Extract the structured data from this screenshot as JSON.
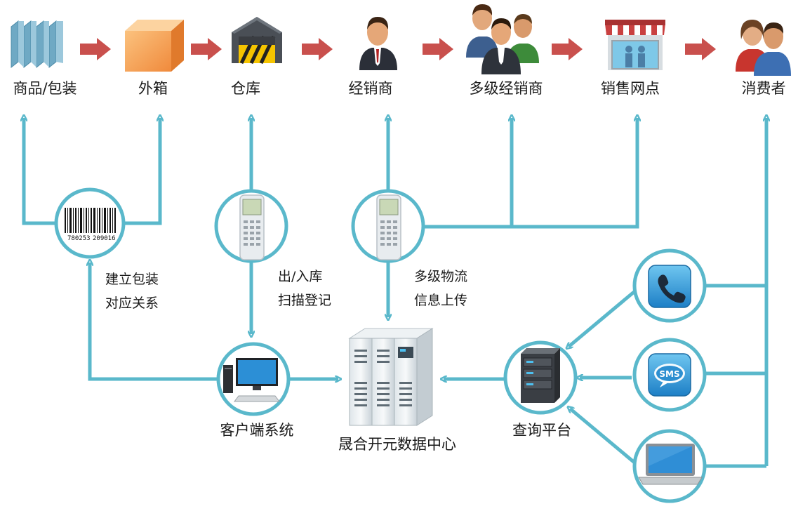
{
  "colors": {
    "line": "#5ab8cb",
    "arrow": "#c9504d"
  },
  "chain": {
    "product_packaging": "商品/包装",
    "outer_box": "外箱",
    "warehouse": "仓库",
    "dealer": "经销商",
    "multi_level_dealer": "多级经销商",
    "sales_outlet": "销售网点",
    "consumer": "消费者"
  },
  "nodes": {
    "barcode_digits_left": "780253",
    "barcode_digits_right": "209016",
    "client_system": "客户端系统",
    "data_center": "晟合开元数据中心",
    "query_platform": "查询平台",
    "sms_badge": "SMS"
  },
  "annotations": {
    "packaging_relation_line1": "建立包装",
    "packaging_relation_line2": "对应关系",
    "inout_line1": "出/入库",
    "inout_line2": "扫描登记",
    "logistics_line1": "多级物流",
    "logistics_line2": "信息上传"
  },
  "icons": {
    "product": "product-boxes-icon",
    "outer_box": "cardboard-box-icon",
    "warehouse": "warehouse-icon",
    "dealer": "businessman-icon",
    "multi_dealer": "people-group-icon",
    "outlet": "storefront-icon",
    "consumer": "couple-icon",
    "barcode": "barcode-icon",
    "scanner": "handheld-scanner-icon",
    "computer": "desktop-computer-icon",
    "server": "server-icon",
    "phone": "phone-icon",
    "sms": "sms-icon",
    "laptop": "laptop-icon"
  }
}
